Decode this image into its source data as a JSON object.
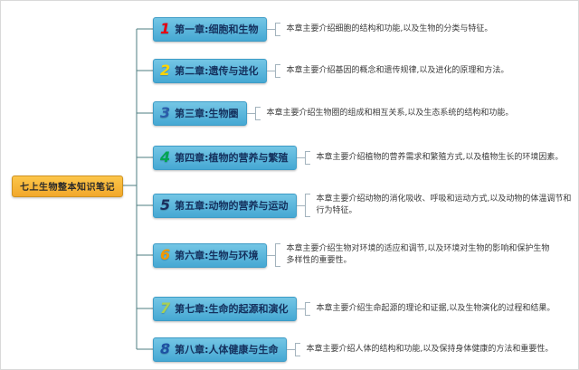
{
  "root": {
    "label": "七上生物整本知识笔记",
    "bg_color": "#f5ad35"
  },
  "colors": {
    "chapter_node_bg": "#57b5dc",
    "tree_line": "#4e7d80",
    "bracket_line": "#a3b3bd"
  },
  "chapters": [
    {
      "num": "1",
      "num_color": "#e60012",
      "label": "第一章:细胞和生物",
      "description": "本章主要介绍细胞的结构和功能,以及生物的分类与特征。"
    },
    {
      "num": "2",
      "num_color": "#ffd400",
      "label": "第二章:遗传与进化",
      "description": "本章主要介绍基因的概念和遗传规律,以及进化的原理和方法。"
    },
    {
      "num": "3",
      "num_color": "#2a5caa",
      "label": "第三章:生物圈",
      "description": "本章主要介绍生物圈的组成和相互关系,以及生态系统的结构和功能。"
    },
    {
      "num": "4",
      "num_color": "#00a553",
      "label": "第四章:植物的营养与繁殖",
      "description": "本章主要介绍植物的营养需求和繁殖方式,以及植物生长的环境因素。"
    },
    {
      "num": "5",
      "num_color": "#1b2f5e",
      "label": "第五章:动物的营养与运动",
      "description": "本章主要介绍动物的消化吸收、呼吸和运动方式,以及动物的体温调节和行为特征。"
    },
    {
      "num": "6",
      "num_color": "#f39800",
      "label": "第六章:生物与环境",
      "description": "本章主要介绍生物对环境的适应和调节,以及环境对生物的影响和保护生物多样性的重要性。"
    },
    {
      "num": "7",
      "num_color": "#a8cf55",
      "label": "第七章:生命的起源和演化",
      "description": "本章主要介绍生命起源的理论和证据,以及生物演化的过程和结果。"
    },
    {
      "num": "8",
      "num_color": "#1d50a2",
      "label": "第八章:人体健康与生命",
      "description": "本章主要介绍人体的结构和功能,以及保持身体健康的方法和重要性。"
    }
  ]
}
